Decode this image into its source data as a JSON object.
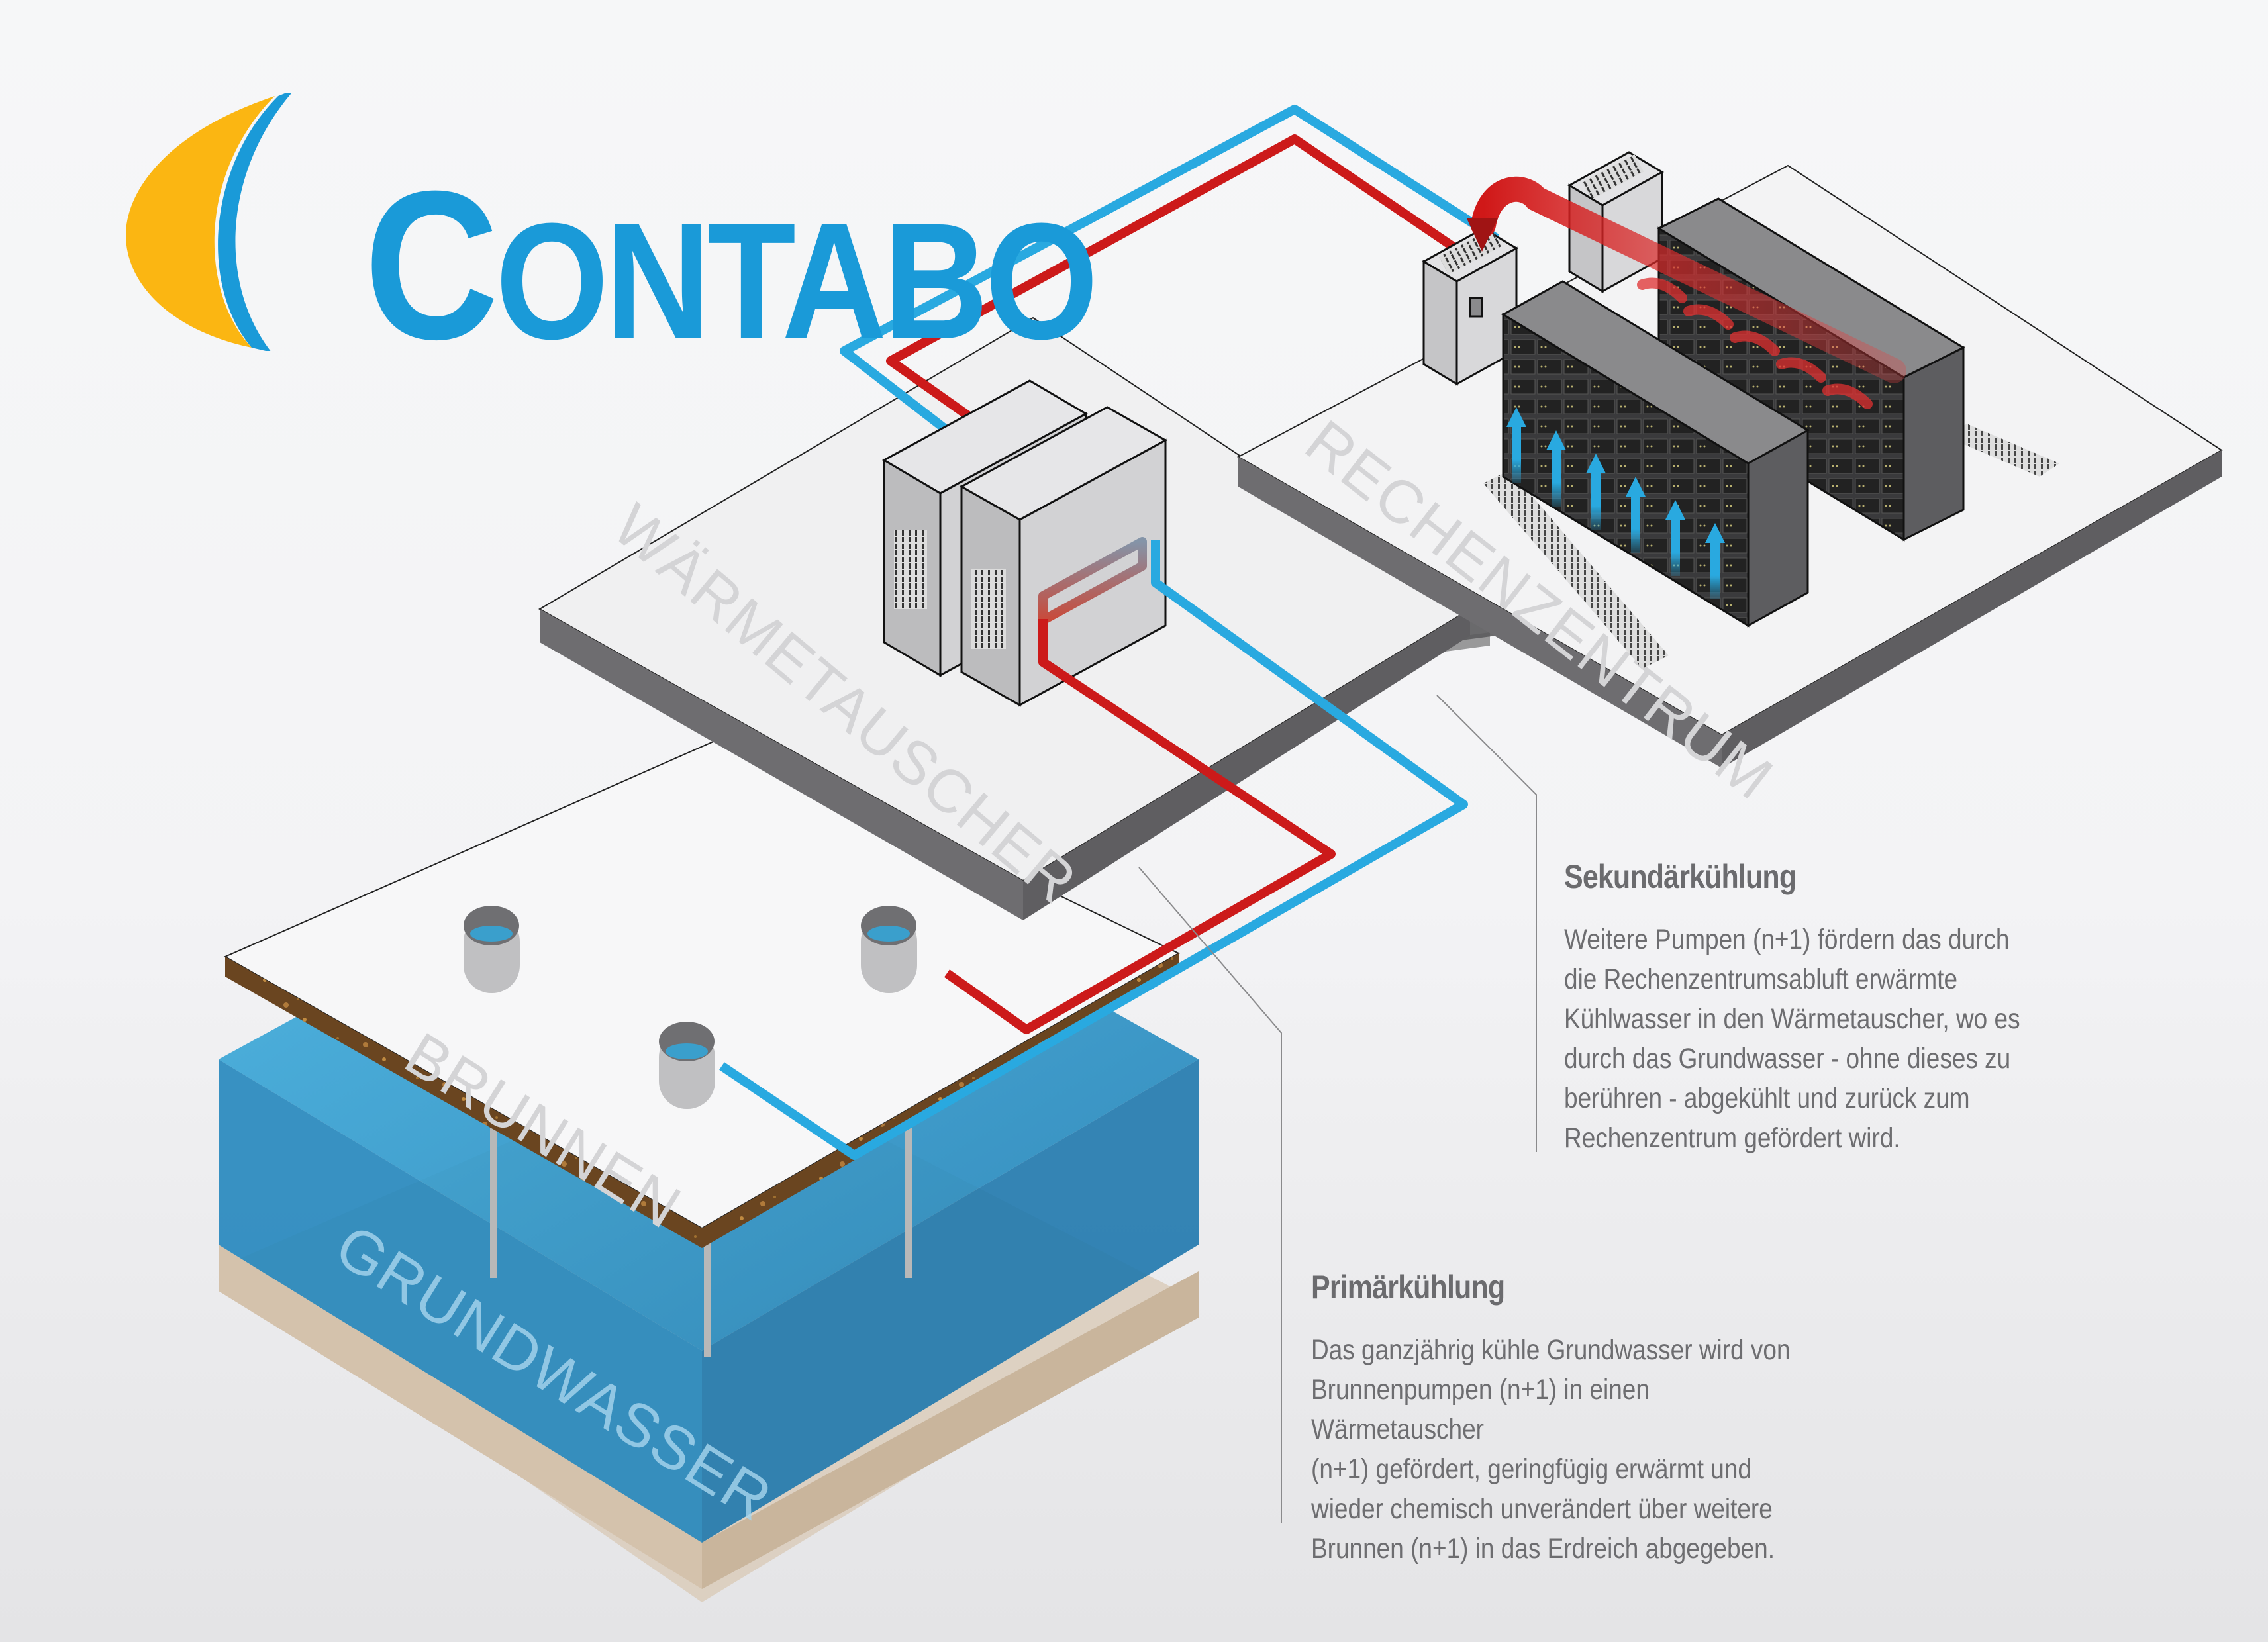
{
  "logo": {
    "brand_initial": "C",
    "brand_rest": "ONTABO",
    "colors": {
      "blue": "#1a9ad8",
      "yellow": "#fbb612"
    }
  },
  "platforms": {
    "rechenzentrum": "RECHENZENTRUM",
    "waermetauscher": "WÄRMETAUSCHER",
    "brunnen": "BRUNNEN",
    "grundwasser": "GRUNDWASSER"
  },
  "pipe_colors": {
    "cold": "#29a9e0",
    "hot": "#cc1a1a"
  },
  "sekundaer": {
    "heading": "Sekundärkühlung",
    "body": "Weitere Pumpen (n+1) fördern das durch\ndie Rechenzentrumsabluft erwärmte\nKühlwasser in den Wärmetauscher, wo es\ndurch das Grundwasser - ohne dieses zu\nberühren - abgekühlt und zurück zum\nRechenzentrum gefördert wird."
  },
  "primaer": {
    "heading": "Primärkühlung",
    "body": "Das ganzjährig kühle Grundwasser wird von\nBrunnenpumpen (n+1) in einen Wärmetauscher\n(n+1) gefördert, geringfügig erwärmt und\nwieder chemisch unverändert über weitere\nBrunnen (n+1) in das Erdreich abgegeben."
  },
  "icons": {
    "server_rack": "server-rack-icon",
    "cooling_unit": "crac-unit-icon",
    "heat_exchanger": "heat-exchanger-icon",
    "well": "well-icon",
    "air_flow_cold": "arrow-up-icon",
    "air_flow_hot": "hot-air-arrow-icon"
  }
}
